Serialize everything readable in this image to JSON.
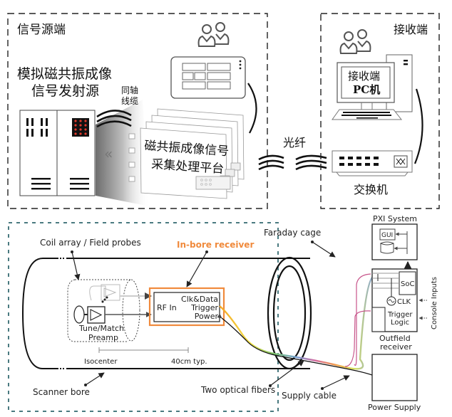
{
  "top_panel": {
    "source_section": {
      "title": "信号源端",
      "generator_label_line1": "模拟磁共振成像",
      "generator_label_line2": "信号发射源",
      "coax_label_line1": "同轴",
      "coax_label_line2": "线缆",
      "platform_label_line1": "磁共振成像信号",
      "platform_label_line2": "采集处理平台",
      "users_icon": "users-icon",
      "tablet_icon": "tablet-icon"
    },
    "fiber_label": "光纤",
    "receiver_section": {
      "title": "接收端",
      "pc_label_line1": "接收端",
      "pc_label_line2": "PC机",
      "switch_label": "交换机",
      "users_icon": "users-icon"
    }
  },
  "bottom_panel": {
    "coil_label": "Coil array / Field probes",
    "inbore_label": "In-bore receiver",
    "faraday_label": "Faraday cage",
    "rf_in": "RF In",
    "clk_data": "Clk&Data",
    "trigger": "Trigger",
    "power": "Power",
    "tune_match": "Tune/Match",
    "preamp": "Preamp",
    "isocenter": "Isocenter",
    "distance": "40cm typ.",
    "scanner_bore": "Scanner bore",
    "optical_fibers": "Two optical fibers",
    "supply_cable": "Supply cable",
    "pxi_system": "PXI System",
    "gui": "GUI",
    "soc": "SoC",
    "clk": "CLK",
    "trigger_logic_1": "Trigger",
    "trigger_logic_2": "Logic",
    "console_inputs": "Console Inputs",
    "outfield_1": "Outfield",
    "outfield_2": "receiver",
    "power_supply": "Power Supply"
  },
  "colors": {
    "accent_orange": "#f08a3c",
    "faraday_dash": "#4a7a80",
    "led_red": "#e0392b",
    "fiber_pink": "#c7548a"
  }
}
